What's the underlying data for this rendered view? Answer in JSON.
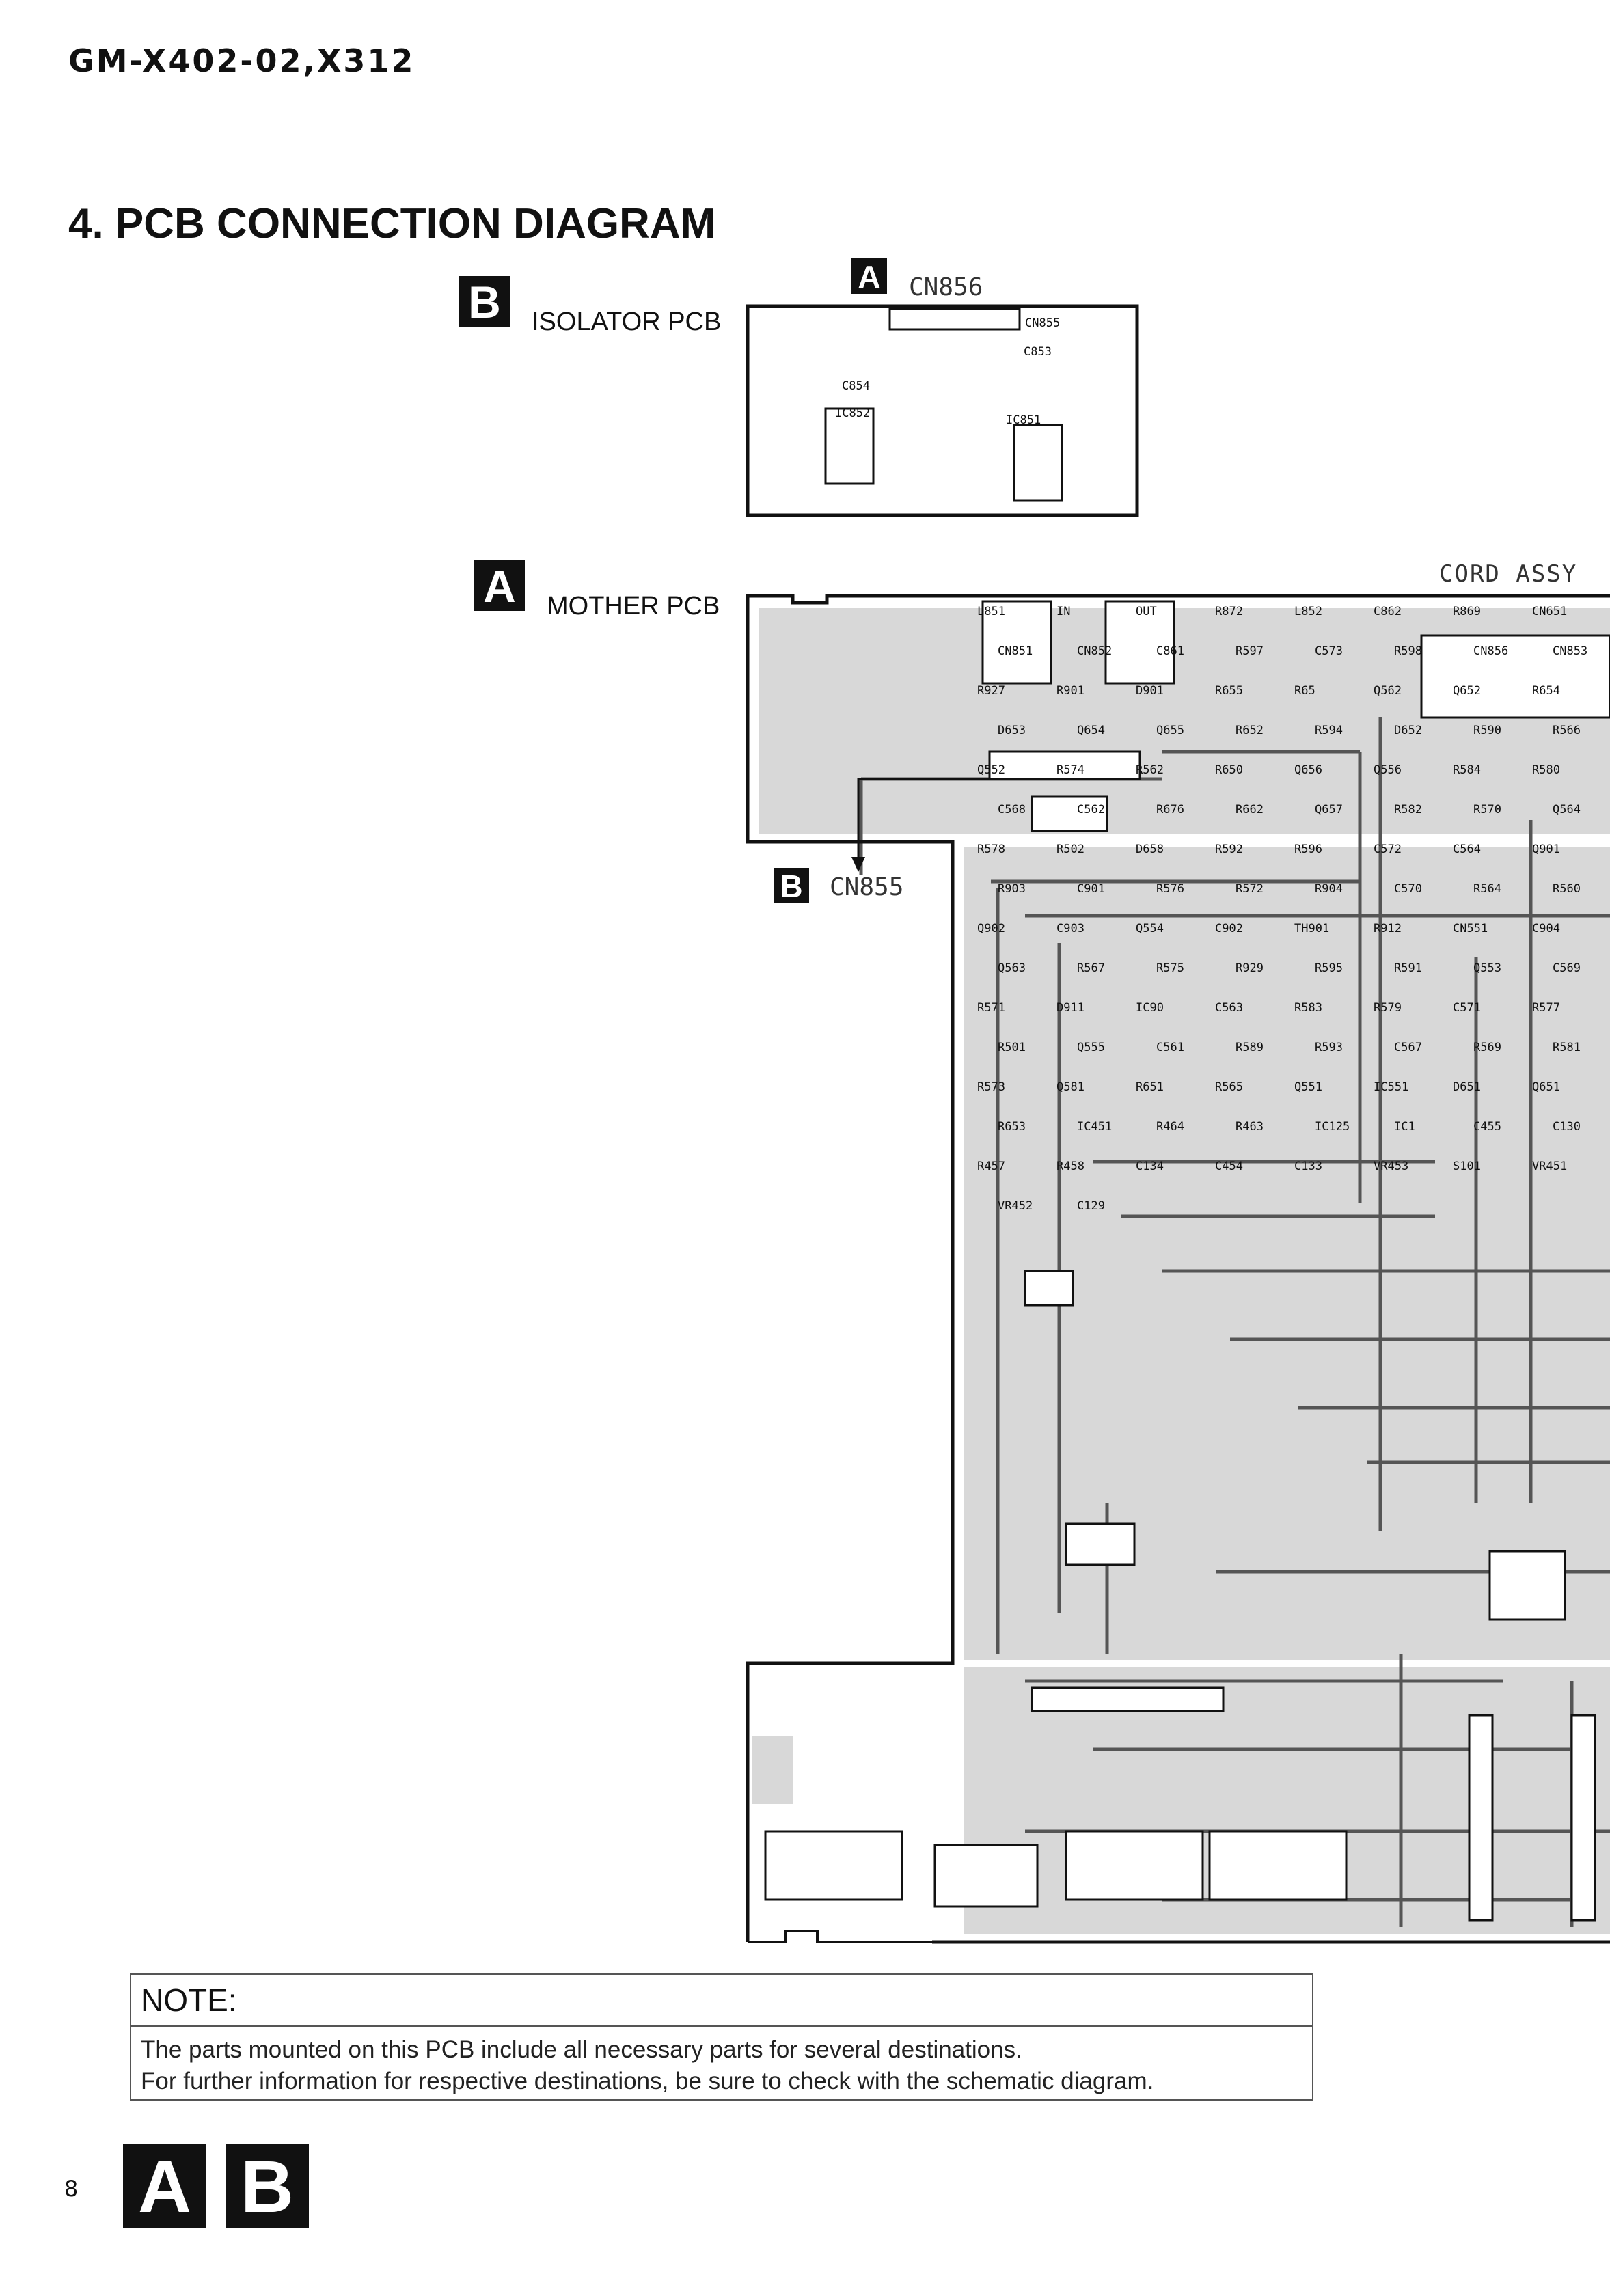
{
  "header": {
    "model": "GM-X402-02,X312"
  },
  "section": {
    "title": "4. PCB CONNECTION DIAGRAM"
  },
  "isolator_pcb": {
    "badge": "B",
    "label": "ISOLATOR PCB",
    "connector_badge": "A",
    "connector_ref": "CN856",
    "part_labels": [
      "CN855",
      "C853",
      "C854",
      "IC852",
      "IC851"
    ]
  },
  "mother_pcb": {
    "badge": "A",
    "label": "MOTHER PCB",
    "cord_label": "CORD ASSY",
    "link_badge": "B",
    "link_ref": "CN855",
    "part_labels": [
      "L851",
      "IN",
      "OUT",
      "R872",
      "L852",
      "C862",
      "R869",
      "CN651",
      "CN851",
      "CN852",
      "C861",
      "R597",
      "C573",
      "R598",
      "CN856",
      "CN853",
      "R927",
      "R901",
      "D901",
      "R655",
      "R65",
      "Q562",
      "Q652",
      "R654",
      "D653",
      "Q654",
      "Q655",
      "R652",
      "R594",
      "D652",
      "R590",
      "R566",
      "Q552",
      "R574",
      "R562",
      "R650",
      "Q656",
      "Q556",
      "R584",
      "R580",
      "C568",
      "C562",
      "R676",
      "R662",
      "Q657",
      "R582",
      "R570",
      "Q564",
      "R578",
      "R502",
      "D658",
      "R592",
      "R596",
      "C572",
      "C564",
      "Q901",
      "R903",
      "C901",
      "R576",
      "R572",
      "R904",
      "C570",
      "R564",
      "R560",
      "Q902",
      "C903",
      "Q554",
      "C902",
      "TH901",
      "R912",
      "CN551",
      "C904",
      "Q563",
      "R567",
      "R575",
      "R929",
      "R595",
      "R591",
      "Q553",
      "C569",
      "R571",
      "D911",
      "IC90",
      "C563",
      "R583",
      "R579",
      "C571",
      "R577",
      "R501",
      "Q555",
      "C561",
      "R589",
      "R593",
      "C567",
      "R569",
      "R581",
      "R573",
      "Q581",
      "R651",
      "R565",
      "Q551",
      "IC551",
      "D651",
      "Q651",
      "R653",
      "IC451",
      "R464",
      "R463",
      "IC125",
      "IC1",
      "C455",
      "C130",
      "R457",
      "R458",
      "C134",
      "C454",
      "C133",
      "VR453",
      "S101",
      "VR451",
      "VR452",
      "C129"
    ]
  },
  "note": {
    "heading": "NOTE:",
    "line1": "The parts mounted on this PCB include all necessary parts for several destinations.",
    "line2": "For further information for respective destinations, be sure to check with the schematic diagram."
  },
  "footer": {
    "page_number": "8",
    "badge_a": "A",
    "badge_b": "B"
  }
}
